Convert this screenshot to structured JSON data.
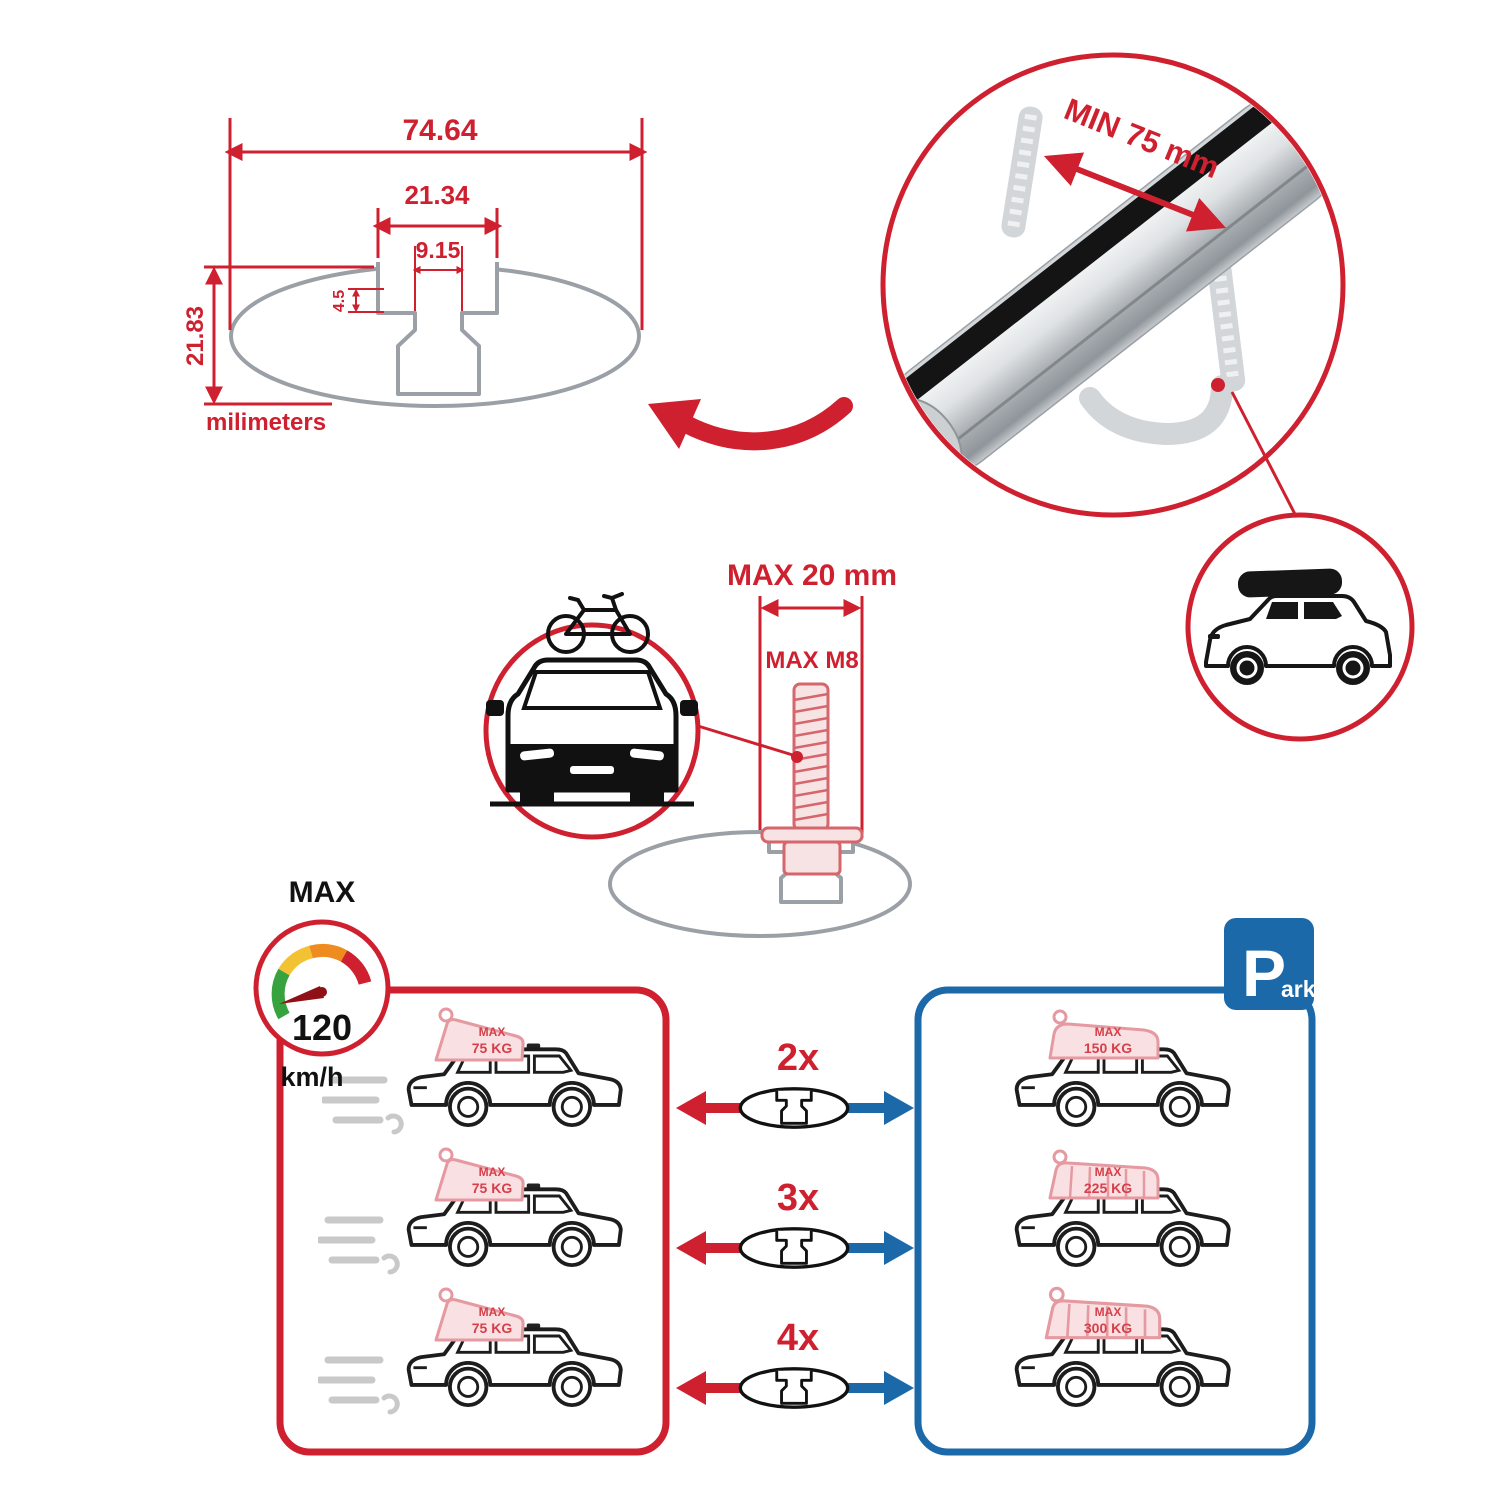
{
  "colors": {
    "accent_red": "#cf2030",
    "accent_blue": "#1b69a8"
  },
  "cross_section": {
    "total_width": "74.64",
    "opening_width": "21.34",
    "channel_width": "9.15",
    "lip_height": "4.5",
    "profile_height": "21.83",
    "units_label": "milimeters"
  },
  "bar_circle": {
    "min_span_label": "MIN 75 mm"
  },
  "bolt": {
    "max_length_label": "MAX 20 mm",
    "max_thread_label": "MAX M8"
  },
  "speed_gauge": {
    "title": "MAX",
    "value": "120",
    "units": "km/h"
  },
  "parking_sign": {
    "letter": "P",
    "suffix": "ark"
  },
  "driving_cars": [
    {
      "load_title": "MAX",
      "load_value": "75 KG"
    },
    {
      "load_title": "MAX",
      "load_value": "75 KG"
    },
    {
      "load_title": "MAX",
      "load_value": "75 KG"
    }
  ],
  "parked_cars": [
    {
      "load_title": "MAX",
      "load_value": "150 KG"
    },
    {
      "load_title": "MAX",
      "load_value": "225 KG"
    },
    {
      "load_title": "MAX",
      "load_value": "300 KG"
    }
  ],
  "bar_quantities": [
    {
      "label": "2x"
    },
    {
      "label": "3x"
    },
    {
      "label": "4x"
    }
  ]
}
